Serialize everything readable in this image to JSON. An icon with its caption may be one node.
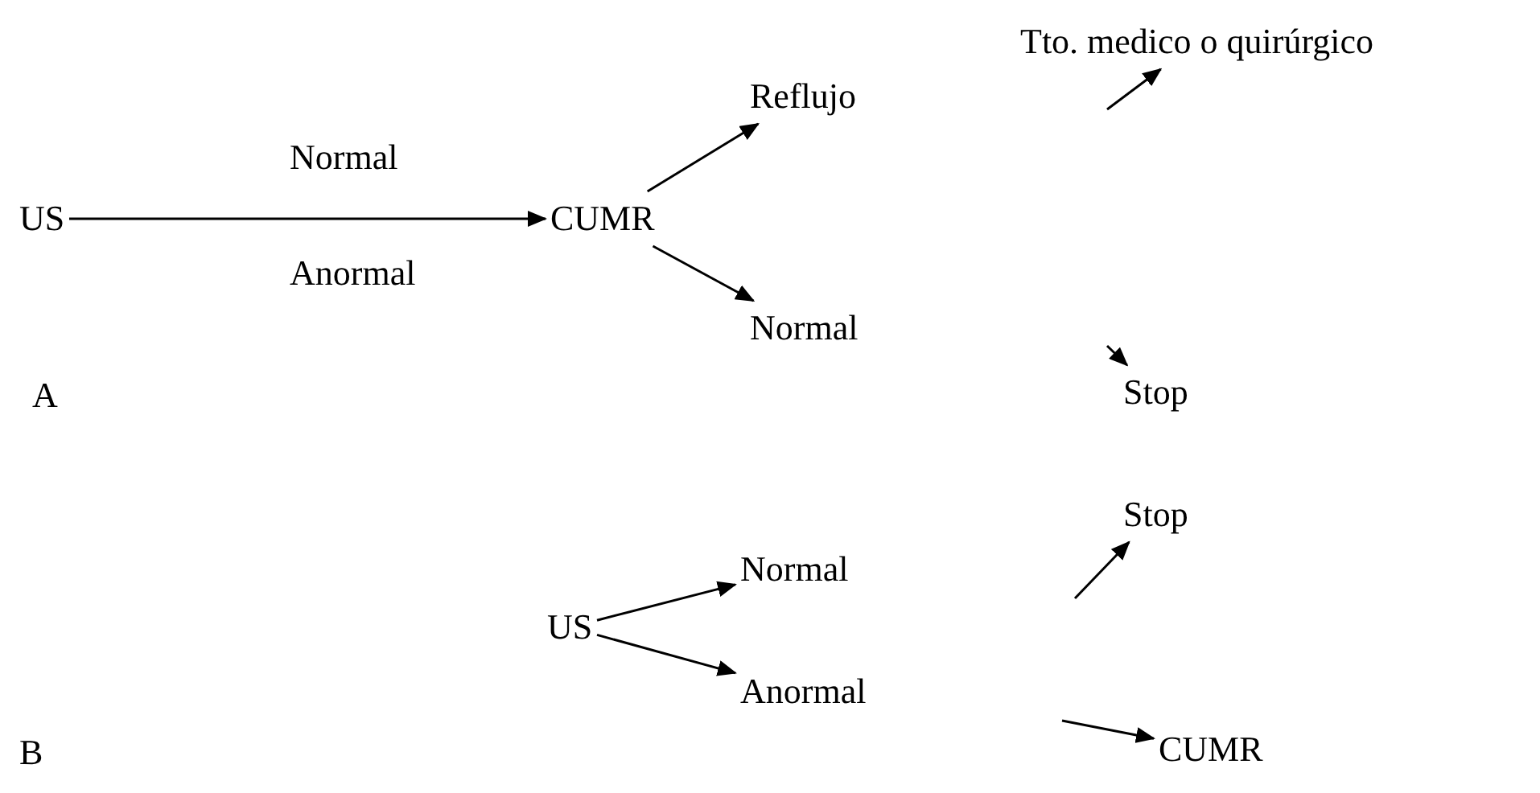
{
  "diagram": {
    "nodes": [
      {
        "text": [
          "US"
        ]
      },
      {
        "text": [
          "CUMR"
        ]
      },
      {
        "text": [
          "Reflujo"
        ]
      },
      {
        "text": [
          "Normal"
        ]
      },
      {
        "text": [
          "Tto. medico o quirúrgico"
        ]
      },
      {
        "text": [
          "Stop"
        ]
      },
      {
        "text": [
          "US"
        ]
      },
      {
        "text": [
          "Normal"
        ]
      },
      {
        "text": [
          "Anormal"
        ]
      },
      {
        "text": [
          "Stop"
        ]
      },
      {
        "text": [
          "CUMR"
        ]
      }
    ],
    "edges": [
      {
        "from": 0,
        "to": 1,
        "arrow": "to"
      },
      {
        "from": 1,
        "to": 2,
        "arrow": "to"
      },
      {
        "from": 1,
        "to": 3,
        "arrow": "to"
      },
      {
        "from": null,
        "to": 4,
        "arrow": "to"
      },
      {
        "from": null,
        "to": 5,
        "arrow": "to"
      },
      {
        "from": 6,
        "to": 7,
        "arrow": "to"
      },
      {
        "from": 6,
        "to": 8,
        "arrow": "to"
      },
      {
        "from": null,
        "to": 9,
        "arrow": "to"
      },
      {
        "from": null,
        "to": 10,
        "arrow": "to"
      }
    ],
    "labels": [
      "Normal",
      "Anormal",
      "A",
      "B"
    ]
  }
}
